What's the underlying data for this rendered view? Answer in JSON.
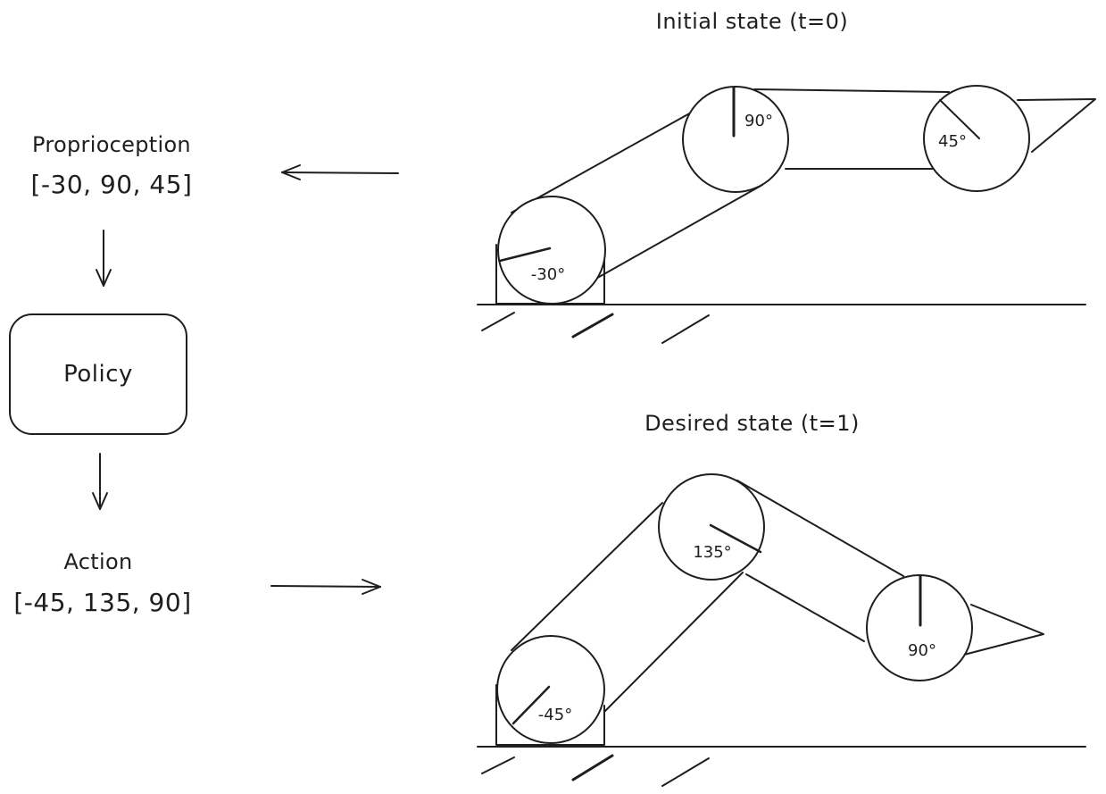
{
  "titles": {
    "initial": "Initial state (t=0)",
    "desired": "Desired state (t=1)"
  },
  "left": {
    "proprioception_label": "Proprioception",
    "proprioception_value": "[-30, 90, 45]",
    "policy_label": "Policy",
    "action_label": "Action",
    "action_value": "[-45, 135, 90]"
  },
  "initial_joints": [
    "-30°",
    "90°",
    "45°"
  ],
  "desired_joints": [
    "-45°",
    "135°",
    "90°"
  ],
  "colors": {
    "stroke": "#1e1e1e",
    "background": "#ffffff"
  }
}
